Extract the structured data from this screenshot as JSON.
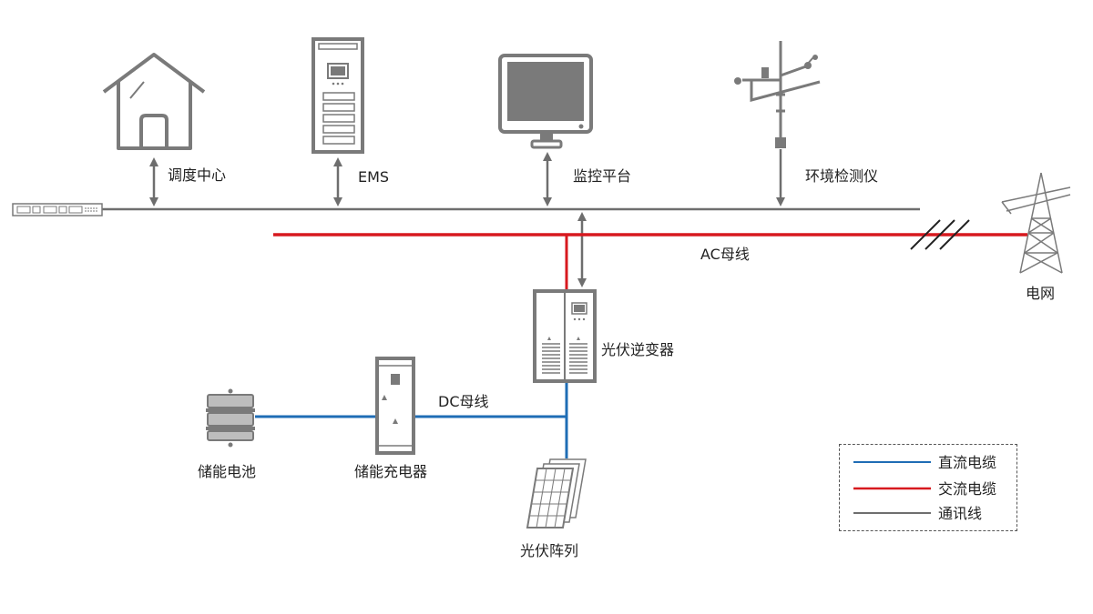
{
  "nodes": {
    "dispatch": "调度中心",
    "ems": "EMS",
    "monitor": "监控平台",
    "env_monitor": "环境检测仪",
    "ac_bus": "AC母线",
    "grid": "电网",
    "pv_inverter": "光伏逆变器",
    "dc_bus": "DC母线",
    "battery": "储能电池",
    "charger": "储能充电器",
    "pv_array": "光伏阵列"
  },
  "legend": [
    {
      "label": "直流电缆",
      "color": "#1f6db5"
    },
    {
      "label": "交流电缆",
      "color": "#d7191f"
    },
    {
      "label": "通讯线",
      "color": "#6e6e6e"
    }
  ],
  "colors": {
    "dc": "#1f6db5",
    "ac": "#d7191f",
    "comm": "#6e6e6e",
    "device": "#7a7a7a"
  }
}
